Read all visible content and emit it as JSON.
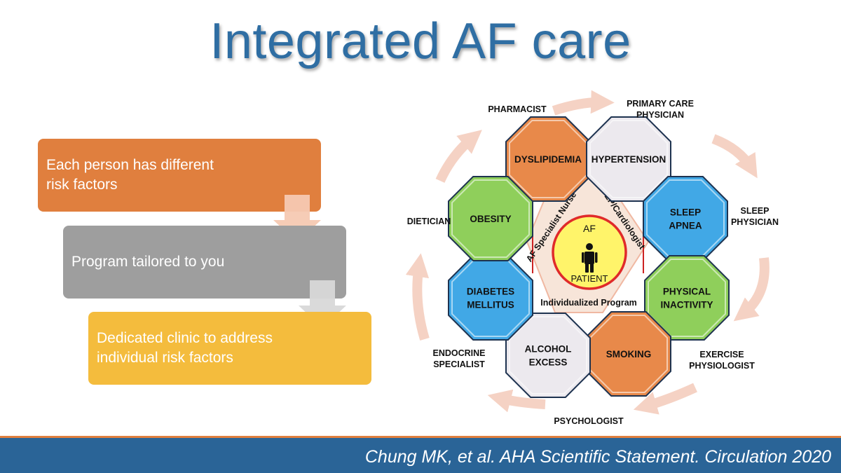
{
  "title": "Integrated AF care",
  "steps": [
    {
      "lines": [
        "Each person has different",
        "risk factors"
      ]
    },
    {
      "lines": [
        "Program tailored to you"
      ]
    },
    {
      "lines": [
        "Dedicated clinic to address",
        "individual risk factors"
      ]
    }
  ],
  "diagram": {
    "center": {
      "top": "AF",
      "bottom": "PATIENT"
    },
    "inner_labels": {
      "left": "AF Specialist Nurse",
      "right": "EP/Cardiologist",
      "bottom": "Individualized Program"
    },
    "risk_factors": [
      {
        "lines": [
          "DYSLIPIDEMIA"
        ],
        "color": "#e8894a"
      },
      {
        "lines": [
          "HYPERTENSION"
        ],
        "color": "#ece9ee"
      },
      {
        "lines": [
          "SLEEP",
          "APNEA"
        ],
        "color": "#41a8e6"
      },
      {
        "lines": [
          "PHYSICAL",
          "INACTIVITY"
        ],
        "color": "#8fcf5b"
      },
      {
        "lines": [
          "SMOKING"
        ],
        "color": "#e8894a"
      },
      {
        "lines": [
          "ALCOHOL",
          "EXCESS"
        ],
        "color": "#ece9ee"
      },
      {
        "lines": [
          "DIABETES",
          "MELLITUS"
        ],
        "color": "#41a8e6"
      },
      {
        "lines": [
          "OBESITY"
        ],
        "color": "#8fcf5b"
      }
    ],
    "specialists": [
      {
        "lines": [
          "PHARMACIST"
        ]
      },
      {
        "lines": [
          "PRIMARY CARE",
          "PHYSICIAN"
        ]
      },
      {
        "lines": [
          "SLEEP",
          "PHYSICIAN"
        ]
      },
      {
        "lines": [
          "EXERCISE",
          "PHYSIOLOGIST"
        ]
      },
      {
        "lines": [
          "PSYCHOLOGIST"
        ]
      },
      {
        "lines": [
          "ENDOCRINE",
          "SPECIALIST"
        ]
      },
      {
        "lines": [
          "DIETICIAN"
        ]
      }
    ]
  },
  "citation": "Chung MK, et al. AHA Scientific Statement. Circulation 2020",
  "colors": {
    "title": "#2f6ea3",
    "orange": "#e07f3e",
    "gray": "#9e9e9e",
    "yellow": "#f4bc3d",
    "footer": "#2a6497"
  }
}
